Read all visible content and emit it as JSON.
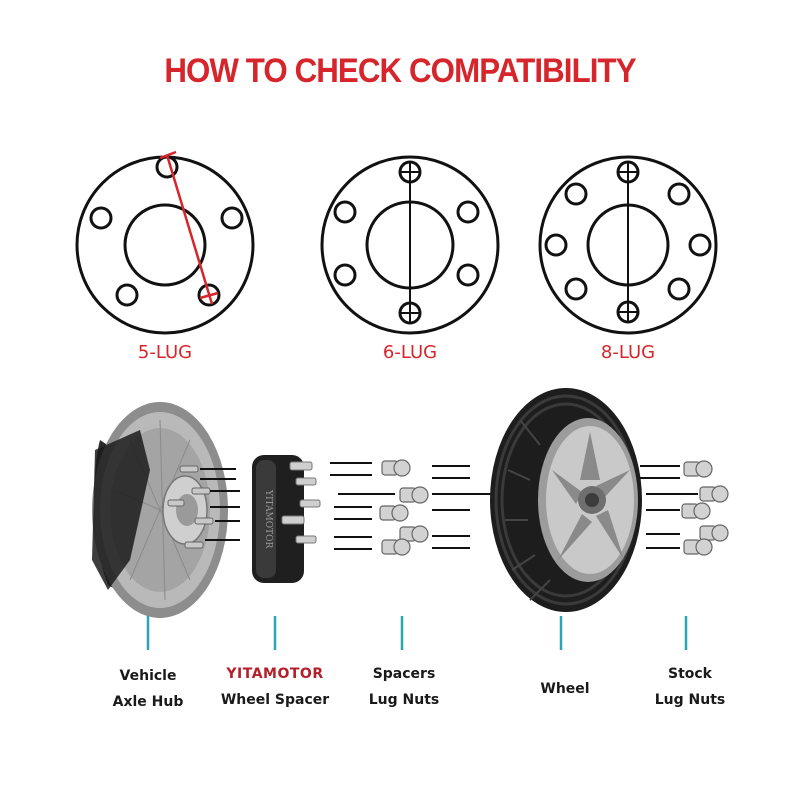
{
  "title": "HOW TO CHECK COMPATIBILITY",
  "patterns": [
    {
      "label": "5-LUG",
      "lugs": 5
    },
    {
      "label": "6-LUG",
      "lugs": 6
    },
    {
      "label": "8-LUG",
      "lugs": 8
    }
  ],
  "spacer_stamp": "YITAMOTOR",
  "components": {
    "hub": {
      "line1": "Vehicle",
      "line2": "Axle Hub"
    },
    "spacer": {
      "line1": "YITAMOTOR",
      "line2": "Wheel Spacer"
    },
    "spacer_nuts": {
      "line1": "Spacers",
      "line2": "Lug Nuts"
    },
    "wheel": {
      "line1": "Wheel"
    },
    "stock_nuts": {
      "line1": "Stock",
      "line2": "Lug Nuts"
    }
  },
  "colors": {
    "accent": "#d7262b",
    "brand": "#b3202b",
    "connector": "#2aa5b4",
    "ink": "#1a1a1a"
  }
}
